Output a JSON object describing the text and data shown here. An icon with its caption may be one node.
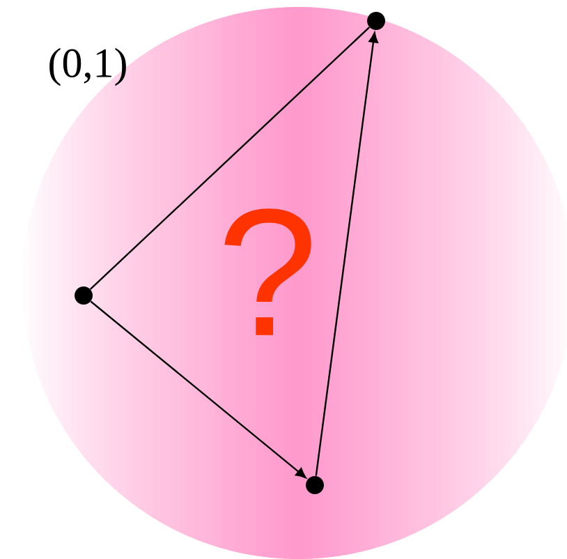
{
  "diagram": {
    "nodes": [
      {
        "text": [],
        "shape": "circle"
      },
      {
        "text": [],
        "shape": "circle"
      },
      {
        "text": [],
        "shape": "circle"
      }
    ],
    "edges": [
      {
        "from": 0,
        "to": 1,
        "arrow": "none"
      },
      {
        "from": 0,
        "to": 2,
        "arrow": "to"
      },
      {
        "from": 2,
        "to": 1,
        "arrow": "to"
      }
    ],
    "labels": [
      "(0,1)",
      "?"
    ]
  }
}
